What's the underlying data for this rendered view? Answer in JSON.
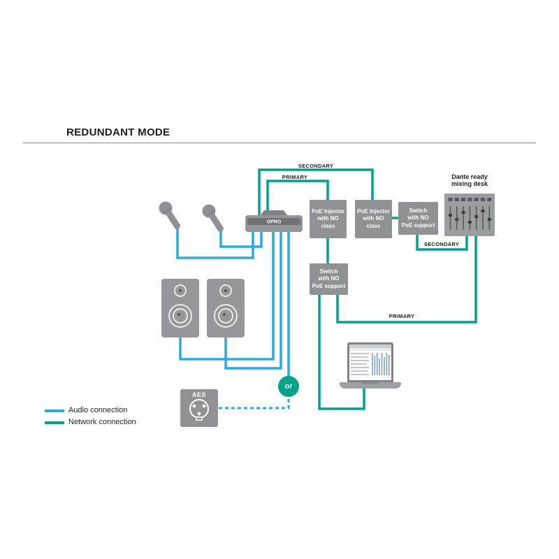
{
  "title": "REDUNDANT MODE",
  "wire_labels": {
    "secondary_top": "SECONDARY",
    "primary_top": "PRIMARY",
    "secondary_right": "SECONDARY",
    "primary_bottom": "PRIMARY"
  },
  "nodes": {
    "device": {
      "label": "OPRO"
    },
    "mixer": {
      "caption_line1": "Dante ready",
      "caption_line2": "mixing desk"
    },
    "poe_injector_1": {
      "lines": [
        "PoE Injector",
        "with NO",
        "class"
      ]
    },
    "poe_injector_2": {
      "lines": [
        "PoE Injector",
        "with NO",
        "class"
      ]
    },
    "switch_right": {
      "lines": [
        "Switch",
        "with NO",
        "PoE support"
      ]
    },
    "switch_mid": {
      "lines": [
        "Switch",
        "with NO",
        "PoE support"
      ]
    },
    "or_badge": {
      "label": "or"
    },
    "aes": {
      "label": "AES"
    }
  },
  "legend": {
    "audio_label": "Audio connection",
    "network_label": "Network connection"
  },
  "colors": {
    "audio_connection": "#29abe2",
    "network_connection": "#00a38a"
  }
}
